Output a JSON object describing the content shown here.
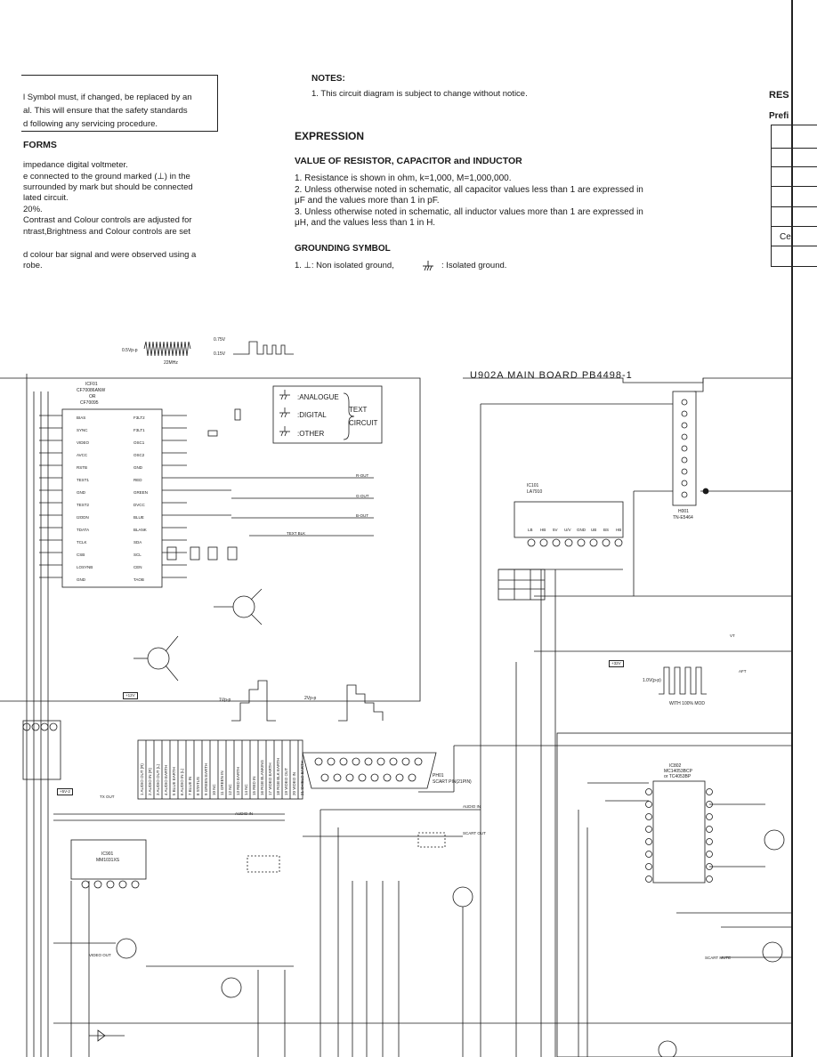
{
  "left_top": {
    "safety_lines": [
      "l Symbol must, if changed, be replaced by an",
      "al. This will ensure that the safety standards",
      "d following any servicing procedure."
    ],
    "forms_heading": "FORMS",
    "forms_lines": [
      "impedance digital voltmeter.",
      "e connected to the ground marked (⊥) in the",
      "surrounded by mark but should be connected",
      "lated circuit.",
      "20%.",
      "Contrast and Colour controls are adjusted for",
      "ntrast,Brightness and Colour controls are set",
      "",
      "d colour bar signal and were observed using a",
      "robe."
    ]
  },
  "notes": {
    "heading": "NOTES:",
    "item1": "1.  This circuit diagram is subject to change without notice."
  },
  "expression": {
    "heading": "EXPRESSION",
    "subheading": "VALUE OF RESISTOR, CAPACITOR and INDUCTOR",
    "items": [
      "1.  Resistance is shown in ohm, k=1,000, M=1,000,000.",
      "2.  Unless otherwise noted in schematic, all capacitor values less than 1 are expressed in",
      "     μF and the values more than 1 in pF.",
      "3.  Unless otherwise noted in schematic, all inductor values more than 1 are expressed in",
      "     μH, and the values less than 1 in H."
    ],
    "grounding_heading": "GROUNDING SYMBOL",
    "grounding_item_a": "1.  ⊥: Non isolated ground,",
    "grounding_item_b": ": Isolated ground."
  },
  "right_edge": {
    "res": "RES",
    "prefix": "Prefi",
    "ce": "Ce"
  },
  "schematic": {
    "board_label": "U902A  MAIN  BOARD  PB4498-1",
    "waveform_top_a": "0.5Vp-p",
    "waveform_top_freq": "22MHz",
    "waveform_top_b1": "0.75V",
    "waveform_top_b2": "0.15V",
    "ground_legend": [
      ":ANALOGUE",
      ":DIGITAL",
      ":OTHER"
    ],
    "ground_legend_group": [
      "TEXT",
      "CIRCUIT"
    ],
    "ic_teletext": [
      "ICF01",
      "CF70086ANW",
      "OR",
      "CF70095"
    ],
    "ic_teletext_pins_left": [
      "BIAS",
      "SYNC",
      "VIDEO",
      "AVCC",
      "RSTB",
      "TEST1",
      "GND",
      "TEST2",
      "I2ODN",
      "TDATA",
      "TCLK",
      "CSB",
      "LOSYNB",
      "GND"
    ],
    "ic_teletext_pins_right": [
      "F3LT2",
      "F3LT1",
      "OSC1",
      "OSC2",
      "GND",
      "RED",
      "GREEN",
      "DVCC",
      "BLUE",
      "BLANK",
      "SDA",
      "SCL",
      "CEN",
      "TAOB"
    ],
    "outputs": [
      "R-OUT",
      "G-OUT",
      "B-OUT",
      "TEXT BLK"
    ],
    "ic_lat910": [
      "IC101",
      "LA7910"
    ],
    "ic_lat910_pins": [
      "LB",
      "HB",
      "5V",
      "U/V",
      "GND",
      "UB",
      "BS",
      "HB"
    ],
    "tuner": [
      "H001",
      "TN-E5464"
    ],
    "ic_tea": [
      "IC901",
      "MM1031XS"
    ],
    "scart": [
      "PH01",
      "SCART PIN(21PIN)"
    ],
    "ic_audio": [
      "IC802",
      "MC14053BCP",
      "or TC4053BP"
    ],
    "scart_pins": [
      "1 AUDIO OUT (R)",
      "2 AUDIO IN (R)",
      "3 AUDIO OUT (L)",
      "4 AUDIO EARTH",
      "5 BLUE EARTH",
      "6 AUDIO IN (L)",
      "7 BLUE IN",
      "8 STATUS",
      "9 GREEN EARTH",
      "10 NC",
      "11 GREEN IN",
      "12 NC",
      "13 RED EARTH",
      "14 NC",
      "15 RED IN",
      "16 RGB BLANKING",
      "17 VIDEO EARTH",
      "18 RGB BLK EARTH",
      "19 VIDEO OUT",
      "20 VIDEO IN",
      "21 SHIELD EARTH"
    ],
    "texts": {
      "audio_in": "AUDIO IN",
      "audio_in2": "AUDIO IN",
      "scart_out": "SCART OUT",
      "tx_out": "TX OUT",
      "video_out": "VIDEO OUT",
      "scart_mute": "SCART MUTE",
      "with_mod": "WITH 100% MOD",
      "wave_1v": "1.0V(p-p)",
      "vp1": "1Vp-p",
      "vp2": "2Vp-p",
      "plus12": "+12V",
      "plus5": "+5V-2",
      "plus32": "+32V",
      "aft": "AFT",
      "vt": "VT"
    }
  }
}
